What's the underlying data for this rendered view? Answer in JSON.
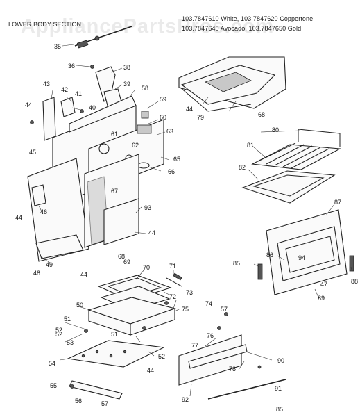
{
  "header": {
    "section_title": "LOWER BODY SECTION",
    "models_line1": "103.7847610 White,  103.7847620 Coppertone,",
    "models_line2": "103.7847640 Avocado,  103.7847650 Gold"
  },
  "watermark": "AppliancePartsPros.com",
  "page_code": "85",
  "part_labels": [
    "35",
    "36",
    "38",
    "39",
    "40",
    "41",
    "42",
    "43",
    "44",
    "45",
    "46",
    "47",
    "48",
    "49",
    "50",
    "51",
    "52",
    "53",
    "54",
    "55",
    "56",
    "57",
    "58",
    "59",
    "60",
    "61",
    "62",
    "63",
    "65",
    "66",
    "67",
    "68",
    "69",
    "70",
    "71",
    "72",
    "73",
    "74",
    "75",
    "76",
    "77",
    "78",
    "79",
    "80",
    "81",
    "82",
    "85",
    "86",
    "87",
    "88",
    "89",
    "90",
    "91",
    "92",
    "93",
    "94"
  ]
}
